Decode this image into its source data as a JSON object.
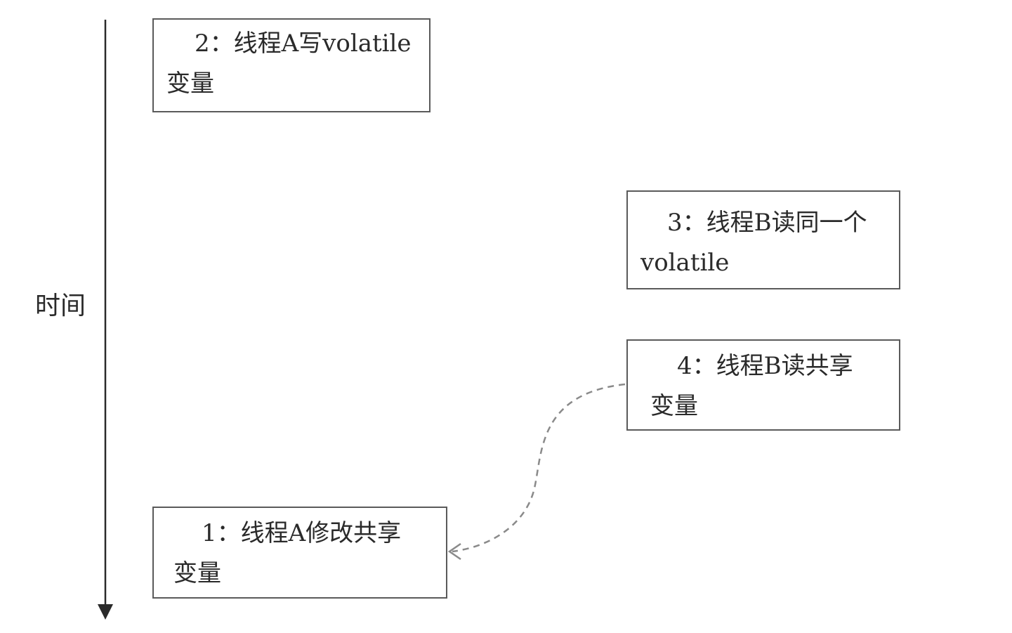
{
  "time_axis": {
    "label": "时间"
  },
  "steps": {
    "step2": {
      "line1": "2：线程A写volatile",
      "line2": "变量"
    },
    "step3": {
      "line1": "3：线程B读同一个",
      "line2": "volatile"
    },
    "step4": {
      "line1": "4：线程B读共享",
      "line2": "变量"
    },
    "step1": {
      "line1": "1：线程A修改共享",
      "line2": "变量"
    }
  },
  "colors": {
    "box_border": "#5a5a5a",
    "axis": "#2a2a2a",
    "dashed_arrow": "#8a8a8a"
  }
}
